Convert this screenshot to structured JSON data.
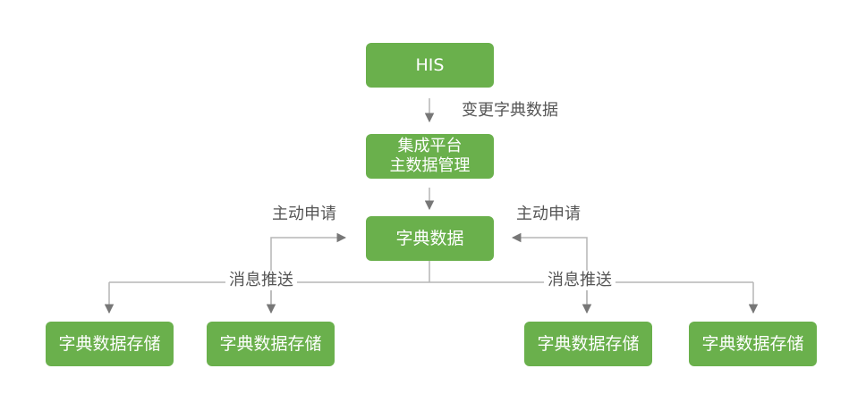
{
  "nodes": {
    "his": "HIS",
    "platform_line1": "集成平台",
    "platform_line2": "主数据管理",
    "dictionary": "字典数据",
    "storage_1": "字典数据存储",
    "storage_2": "字典数据存储",
    "storage_3": "字典数据存储",
    "storage_4": "字典数据存储"
  },
  "edges": {
    "change_dictionary": "变更字典数据",
    "active_request_left": "主动申请",
    "active_request_right": "主动申请",
    "message_push_left": "消息推送",
    "message_push_right": "消息推送"
  },
  "colors": {
    "node_fill": "#6ab04c",
    "node_text": "#ffffff",
    "connector": "#b5b5b5",
    "arrowhead": "#777777",
    "label_text": "#555555"
  }
}
